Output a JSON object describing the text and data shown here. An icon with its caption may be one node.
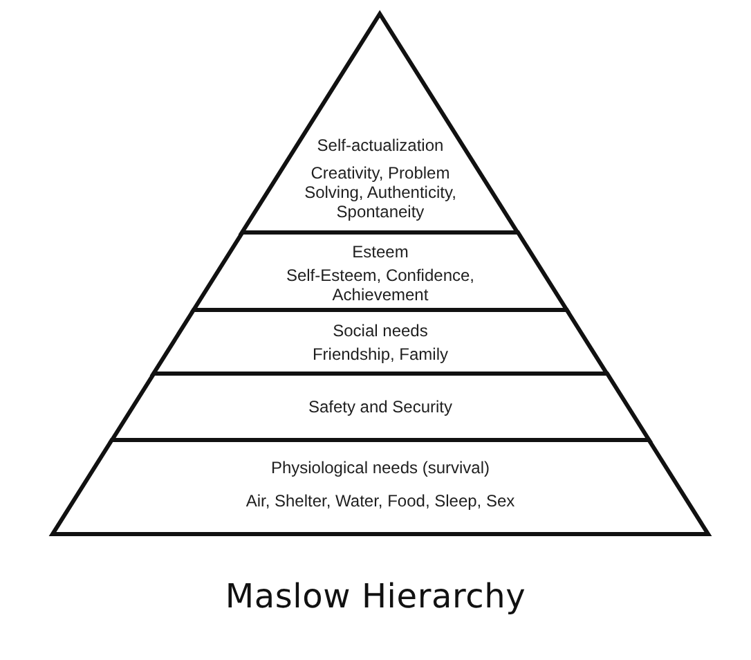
{
  "diagram": {
    "caption": "Maslow Hierarchy",
    "nodes": [
      {
        "text": [
          "Self-actualization",
          "Creativity, Problem Solving, Authenticity, Spontaneity"
        ]
      },
      {
        "text": [
          "Esteem",
          "Self-Esteem, Confidence, Achievement"
        ]
      },
      {
        "text": [
          "Social needs",
          "Friendship, Family"
        ]
      },
      {
        "text": [
          "Safety and Security"
        ]
      },
      {
        "text": [
          "Physiological needs (survival)",
          "Air, Shelter, Water, Food, Sleep, Sex"
        ]
      }
    ]
  }
}
